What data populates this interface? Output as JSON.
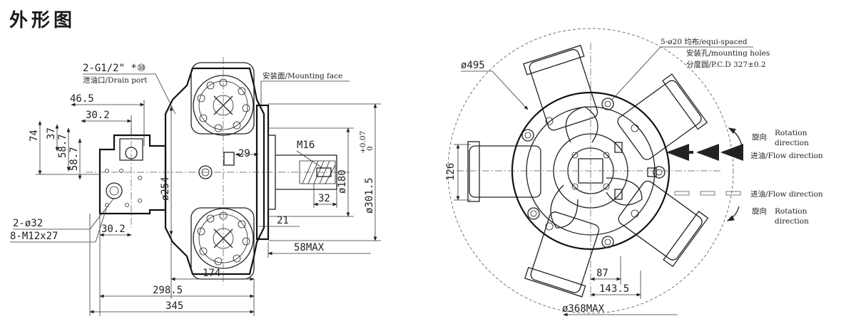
{
  "title": "外形图",
  "front_view": {
    "dims": {
      "d46_5": "46.5",
      "d30_2_top": "30.2",
      "d74": "74",
      "d37": "37",
      "d58_7a": "58.7",
      "d58_7b": "58.7",
      "d254": "ø254",
      "d29": "29",
      "m16": "M16",
      "d180": "ø180",
      "d301_5": "ø301.5",
      "tol": "+0.07",
      "tol0": "0",
      "d32": "32",
      "d21": "21",
      "d30_2_bot": "30.2",
      "d58max": "58MAX",
      "d174": "174",
      "d298_5": "298.5",
      "d345": "345"
    },
    "labels": {
      "g_port": "2-G1/2\" *⑩",
      "drain": "泄油口/Drain port",
      "mount_face": "安装面/Mounting face",
      "d32_holes": "2-ø32",
      "m12": "8-M12x27"
    }
  },
  "end_view": {
    "dims": {
      "d495": "ø495",
      "d126": "126",
      "d87": "87",
      "d143_5": "143.5",
      "d368": "ø368MAX"
    },
    "labels": {
      "holes1": "5-ø20 均布/equi-spaced",
      "holes2": "安装孔/mounting holes",
      "holes3": "分度圆/P.C.D 327±0.2",
      "rot_cn_1": "旋向",
      "rot_en_1a": "Rotation",
      "rot_en_1b": "direction",
      "flow_1": "进油/Flow direction",
      "flow_2": "进油/Flow direction",
      "rot_cn_2": "旋向",
      "rot_en_2a": "Rotation",
      "rot_en_2b": "direction"
    }
  }
}
